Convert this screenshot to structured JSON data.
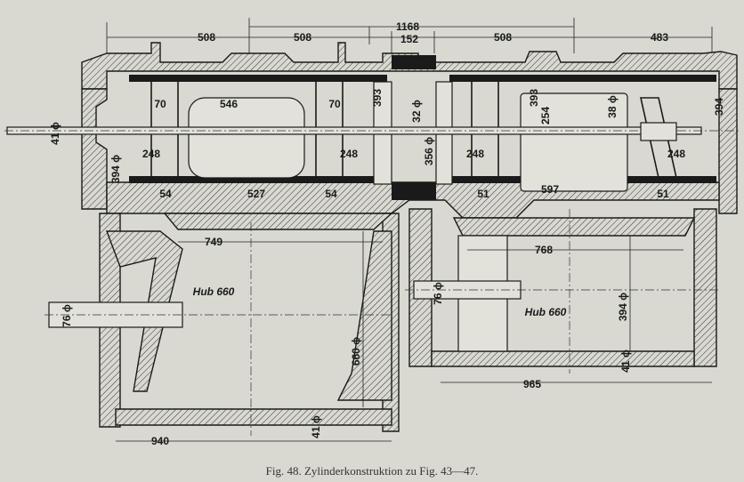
{
  "figure": {
    "caption": "Fig. 48.  Zylinderkonstruktion zu Fig. 43—47.",
    "upper_cylinders": {
      "top_dims": [
        "508",
        "508",
        "1168",
        "152",
        "508",
        "483"
      ],
      "inner_dims": [
        "70",
        "546",
        "70",
        "393",
        "32 ϕ",
        "393",
        "254",
        "38 ϕ",
        "394"
      ],
      "mid_dims": [
        "41 ϕ",
        "394 ϕ",
        "248",
        "248",
        "356 ϕ",
        "248",
        "248"
      ],
      "bottom_dims": [
        "54",
        "527",
        "54",
        "51",
        "597",
        "51"
      ]
    },
    "left_frame": {
      "dims": [
        "749",
        "660 ϕ",
        "41 ϕ",
        "940",
        "76 ϕ"
      ],
      "stroke_label": "Hub 660"
    },
    "right_frame": {
      "dims": [
        "768",
        "76 ϕ",
        "394 ϕ",
        "41 ϕ",
        "965"
      ],
      "stroke_label": "Hub 660"
    }
  }
}
